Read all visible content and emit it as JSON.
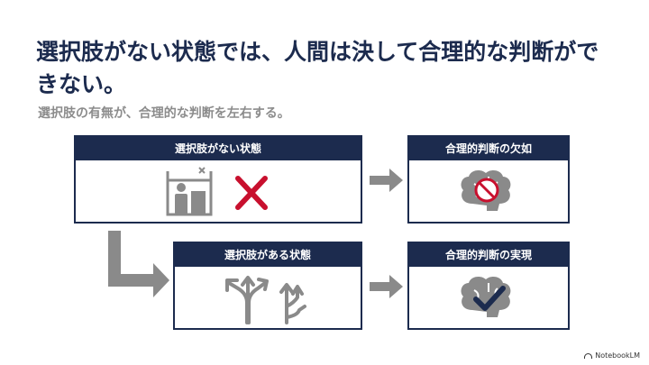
{
  "title": "選択肢がない状態では、人間は決して合理的な判断ができない。",
  "subtitle": "選択肢の有無が、合理的な判断を左右する。",
  "boxes": {
    "no_choice": "選択肢がない状態",
    "lack": "合理的判断の欠如",
    "has_choice": "選択肢がある状態",
    "realize": "合理的判断の実現"
  },
  "logo": "NotebookLM",
  "colors": {
    "navy": "#1c2b4e",
    "gray": "#8a8a8a",
    "red": "#c8102e"
  },
  "icons": [
    "person-in-elevator-icon",
    "cross-icon",
    "brain-prohibited-icon",
    "branching-arrows-icon",
    "brain-check-icon"
  ]
}
